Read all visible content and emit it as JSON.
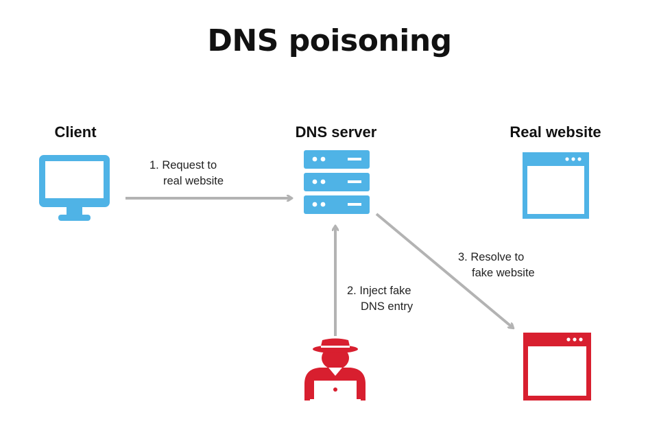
{
  "title": "DNS poisoning",
  "colors": {
    "blue": "#4fb3e6",
    "red": "#d81f2f",
    "arrow": "#b3b3b3",
    "text": "#111111"
  },
  "nodes": {
    "client": {
      "label": "Client",
      "icon": "monitor-icon"
    },
    "dns_server": {
      "label": "DNS server",
      "icon": "server-rack-icon"
    },
    "real_website": {
      "label": "Real website",
      "icon": "browser-window-icon"
    },
    "attacker": {
      "icon": "hacker-icon"
    },
    "fake_website": {
      "icon": "browser-window-icon"
    }
  },
  "steps": [
    {
      "line1": "1. Request to",
      "line2": "real website"
    },
    {
      "line1": "2. Inject fake",
      "line2": "DNS entry"
    },
    {
      "line1": "3. Resolve to",
      "line2": "fake website"
    }
  ]
}
